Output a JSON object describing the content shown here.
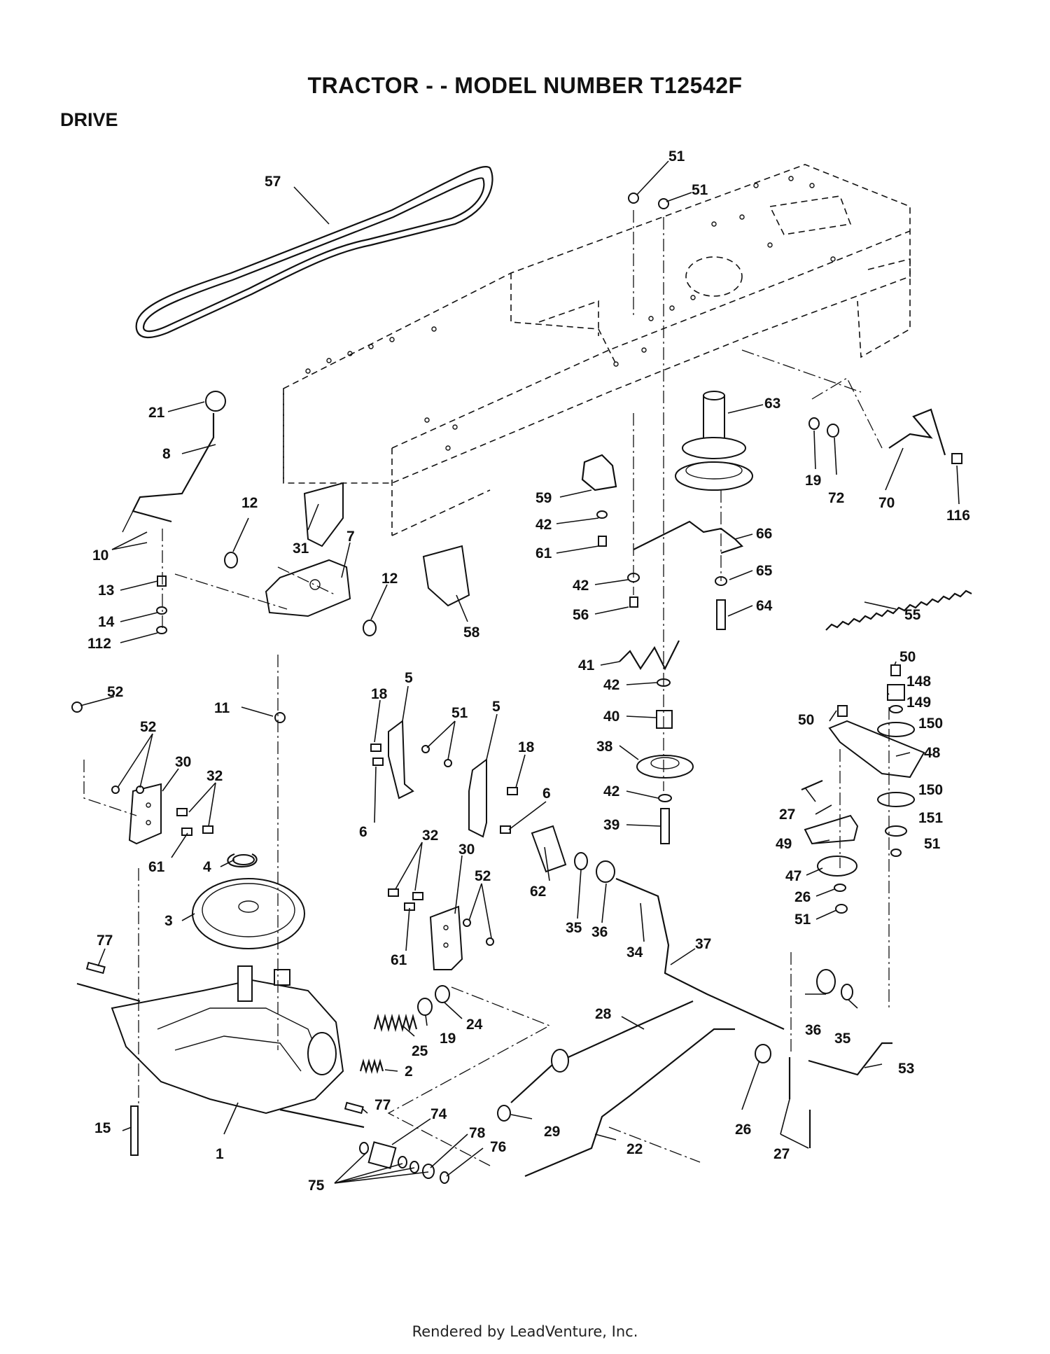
{
  "header": {
    "title": "TRACTOR - - MODEL NUMBER T12542F",
    "section": "DRIVE"
  },
  "footer": {
    "credit": "Rendered by LeadVenture, Inc."
  },
  "callouts": {
    "c57": "57",
    "c51a": "51",
    "c51b": "51",
    "c63": "63",
    "c21": "21",
    "c8": "8",
    "c10": "10",
    "c12a": "12",
    "c31": "31",
    "c7": "7",
    "c12b": "12",
    "c13": "13",
    "c14": "14",
    "c112": "112",
    "c58": "58",
    "c59": "59",
    "c42a": "42",
    "c61a": "61",
    "c42b": "42",
    "c56": "56",
    "c66": "66",
    "c65": "65",
    "c64": "64",
    "c19a": "19",
    "c72": "72",
    "c70": "70",
    "c116": "116",
    "c55": "55",
    "c41": "41",
    "c42c": "42",
    "c40": "40",
    "c38": "38",
    "c42d": "42",
    "c39": "39",
    "c52a": "52",
    "c11": "11",
    "c18a": "18",
    "c5a": "5",
    "c51c": "51",
    "c5b": "5",
    "c18b": "18",
    "c6a": "6",
    "c6b": "6",
    "c52b": "52",
    "c30a": "30",
    "c32a": "32",
    "c61b": "61",
    "c4": "4",
    "c3": "3",
    "c32b": "32",
    "c30b": "30",
    "c52c": "52",
    "c61c": "61",
    "c62": "62",
    "c35a": "35",
    "c36a": "36",
    "c34": "34",
    "c37": "37",
    "c50a": "50",
    "c148": "148",
    "c149": "149",
    "c50b": "50",
    "c150a": "150",
    "c48": "48",
    "c27a": "27",
    "c150b": "150",
    "c49": "49",
    "c151": "151",
    "c51d": "51",
    "c47": "47",
    "c26a": "26",
    "c51e": "51",
    "c77a": "77",
    "c25": "25",
    "c19b": "19",
    "c24": "24",
    "c2": "2",
    "c28": "28",
    "c36b": "36",
    "c35b": "35",
    "c53": "53",
    "c15": "15",
    "c1": "1",
    "c77b": "77",
    "c74": "74",
    "c29": "29",
    "c22": "22",
    "c26b": "26",
    "c27b": "27",
    "c78": "78",
    "c76": "76",
    "c75": "75"
  }
}
